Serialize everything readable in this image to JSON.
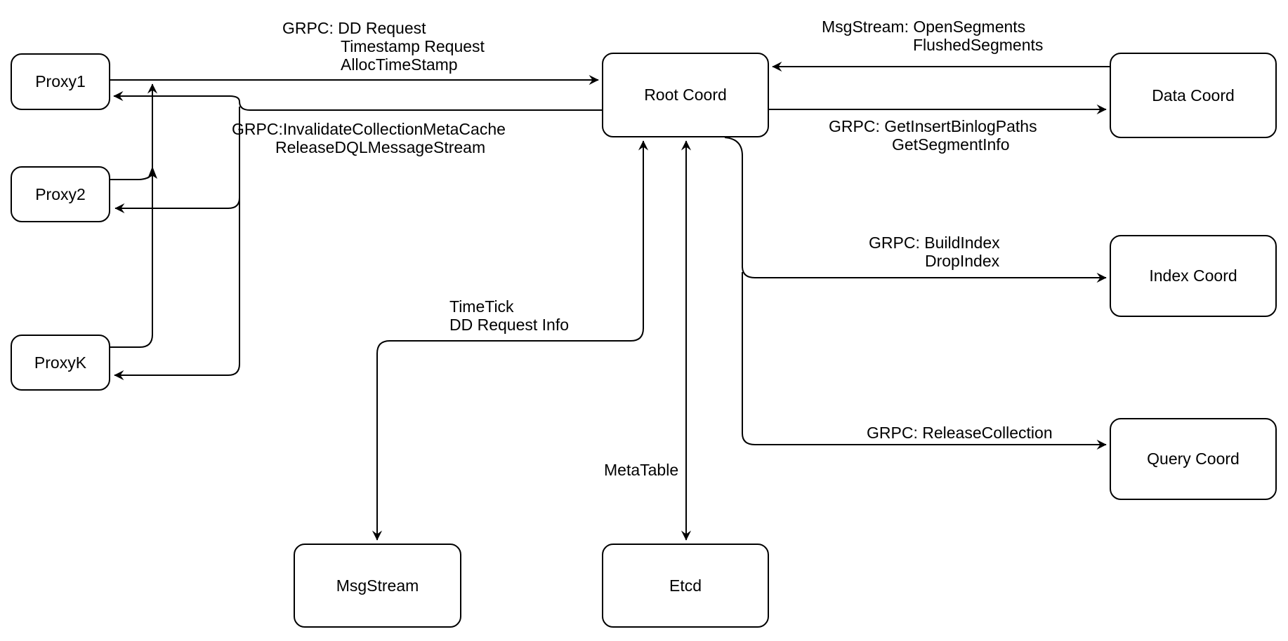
{
  "diagram": {
    "colors": {
      "stroke": "#000000",
      "node_fill": "#ffffff",
      "background": "#ffffff",
      "text": "#000000"
    },
    "nodes": {
      "proxy1": {
        "label": "Proxy1"
      },
      "proxy2": {
        "label": "Proxy2"
      },
      "proxyk": {
        "label": "ProxyK"
      },
      "root_coord": {
        "label": "Root Coord"
      },
      "data_coord": {
        "label": "Data Coord"
      },
      "index_coord": {
        "label": "Index Coord"
      },
      "query_coord": {
        "label": "Query Coord"
      },
      "msgstream": {
        "label": "MsgStream"
      },
      "etcd": {
        "label": "Etcd"
      }
    },
    "edge_labels": {
      "proxy_to_root": {
        "line1": "GRPC: DD Request",
        "line2": "Timestamp Request",
        "line3": "AllocTimeStamp"
      },
      "root_to_proxy": {
        "line1": "GRPC:InvalidateCollectionMetaCache",
        "line2": "ReleaseDQLMessageStream"
      },
      "data_to_root": {
        "line1": "MsgStream: OpenSegments",
        "line2": "FlushedSegments"
      },
      "root_to_data": {
        "line1": "GRPC: GetInsertBinlogPaths",
        "line2": "GetSegmentInfo"
      },
      "root_to_index": {
        "line1": "GRPC: BuildIndex",
        "line2": "DropIndex"
      },
      "root_to_query": {
        "line1": "GRPC: ReleaseCollection"
      },
      "root_to_msgstream": {
        "line1": "TimeTick",
        "line2": "DD Request Info"
      },
      "root_to_etcd": {
        "line1": "MetaTable"
      }
    }
  }
}
